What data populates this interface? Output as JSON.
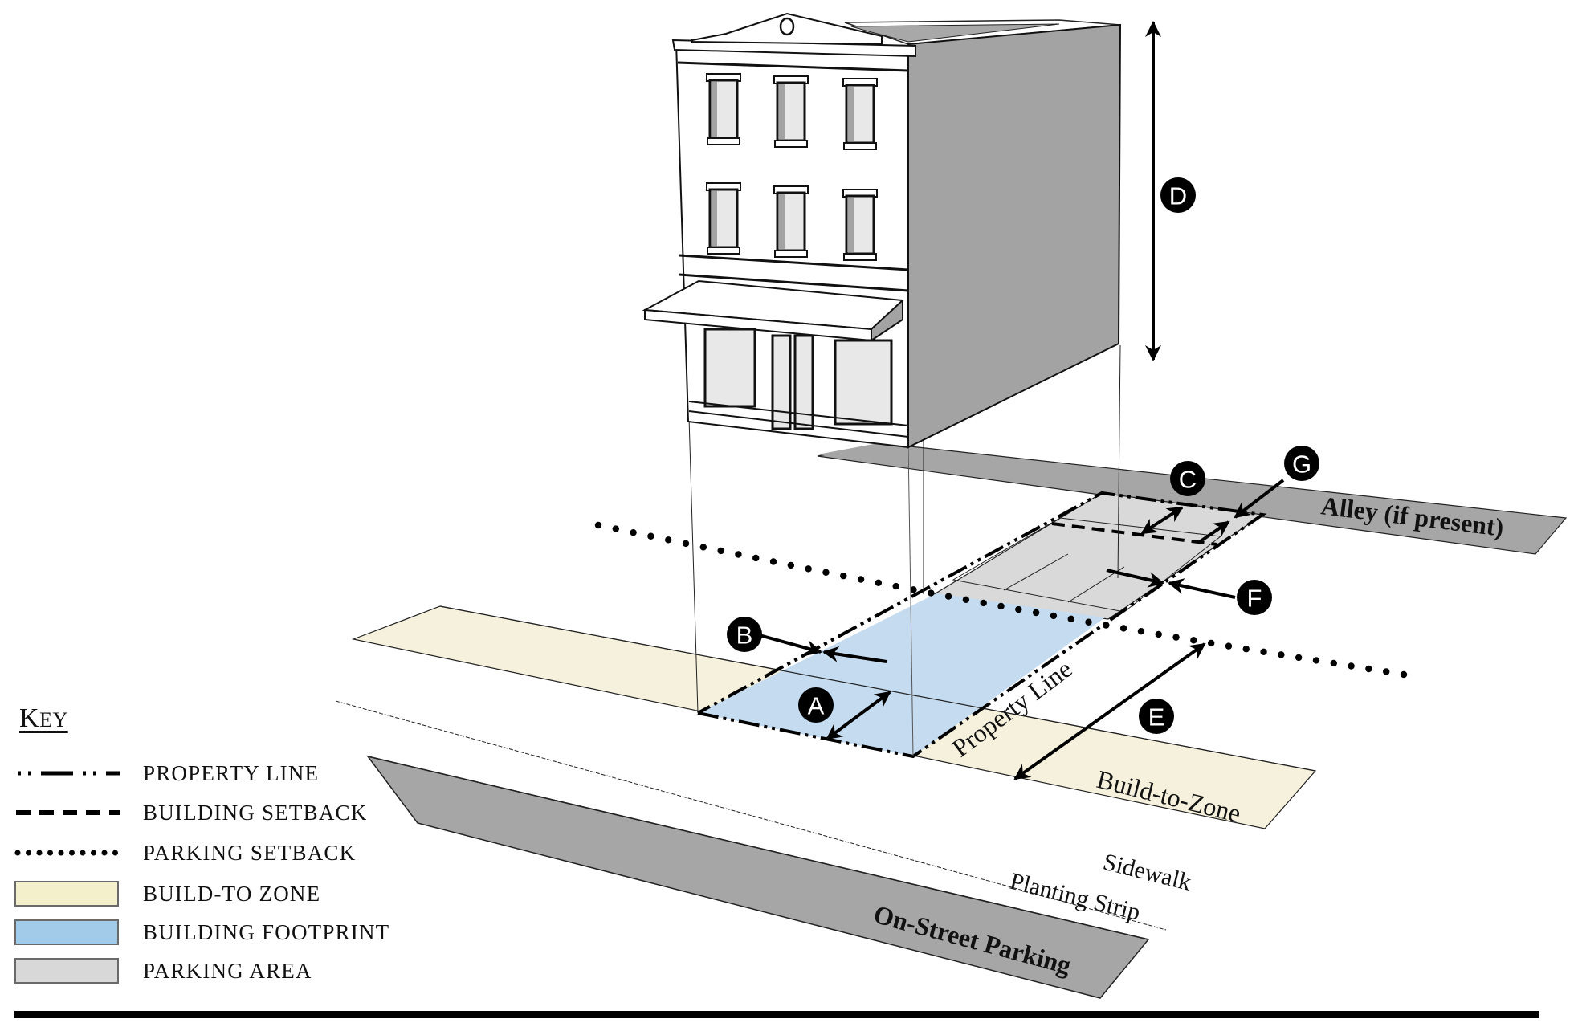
{
  "diagram": {
    "title": "Lot development standards diagram",
    "labels": {
      "alley": "Alley (if present)",
      "property_line": "Property Line",
      "build_to_zone": "Build-to-Zone",
      "sidewalk": "Sidewalk",
      "planting_strip": "Planting Strip",
      "on_street_parking": "On-Street Parking"
    },
    "callouts": [
      {
        "id": "A",
        "label": "A"
      },
      {
        "id": "B",
        "label": "B"
      },
      {
        "id": "C",
        "label": "C"
      },
      {
        "id": "D",
        "label": "D"
      },
      {
        "id": "E",
        "label": "E"
      },
      {
        "id": "F",
        "label": "F"
      },
      {
        "id": "G",
        "label": "G"
      }
    ],
    "colors": {
      "build_to_zone": "#f5f1d8",
      "building_footprint": "#c5dbf0",
      "parking_area": "#d9d9d9",
      "street_gray": "#a6a6a6",
      "building_side": "#a3a3a3",
      "window_glass": "#e8e8e8"
    }
  },
  "key": {
    "title_initial": "K",
    "title_rest": "EY",
    "items": [
      {
        "type": "line",
        "style": "dash-dot-dot",
        "label": "PROPERTY LINE"
      },
      {
        "type": "line",
        "style": "dashed",
        "label": "BUILDING SETBACK"
      },
      {
        "type": "line",
        "style": "dotted",
        "label": "PARKING SETBACK"
      },
      {
        "type": "swatch",
        "color": "#f5f0cc",
        "label": "BUILD-TO ZONE"
      },
      {
        "type": "swatch",
        "color": "#a1cbe8",
        "label": "BUILDING FOOTPRINT"
      },
      {
        "type": "swatch",
        "color": "#d8d8d8",
        "label": "PARKING AREA"
      }
    ]
  }
}
